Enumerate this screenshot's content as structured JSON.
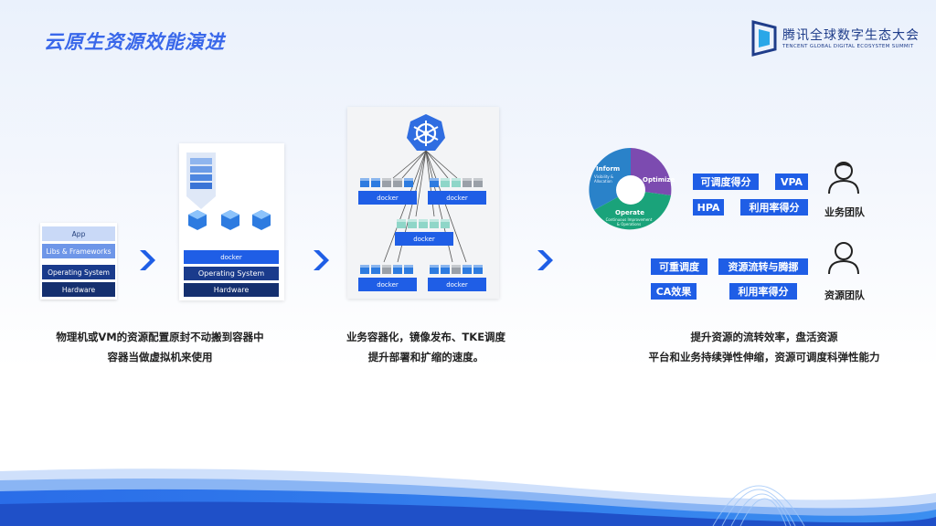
{
  "header": {
    "title": "云原生资源效能演进"
  },
  "logo": {
    "cn": "腾讯全球数字生态大会",
    "en": "TENCENT GLOBAL DIGITAL ECOSYSTEM SUMMIT"
  },
  "stage1": {
    "layers": [
      "App",
      "Libs & Frameworks",
      "Operating System",
      "Hardware"
    ],
    "caption": [
      "物理机或VM的资源配置原封不动搬到容器中",
      "容器当做虚拟机来使用"
    ]
  },
  "stage2": {
    "docker": "docker",
    "os": "Operating System",
    "hw": "Hardware"
  },
  "stage3": {
    "docker": "docker",
    "caption": [
      "业务容器化，镜像发布、TKE调度",
      "提升部署和扩缩的速度。"
    ]
  },
  "stage4": {
    "cycle": {
      "inform": "Inform",
      "inform_sub": "Visibility & Allocation",
      "optimize": "Optimize",
      "operate": "Operate",
      "operate_sub": "Continuous Improvement & Operations"
    },
    "business_tags": [
      "可调度得分",
      "VPA",
      "HPA",
      "利用率得分"
    ],
    "resource_tags": [
      "可重调度",
      "资源流转与腾挪",
      "CA效果",
      "利用率得分"
    ],
    "business_team": "业务团队",
    "resource_team": "资源团队",
    "caption": [
      "提升资源的流转效率，盘活资源",
      "平台和业务持续弹性伸缩，资源可调度科弹性能力"
    ]
  },
  "colors": {
    "accent": "#1f5ee6",
    "title": "#3a68ea",
    "inform": "#2a82c9",
    "optimize": "#7c4bb0",
    "operate": "#1aa37a"
  }
}
